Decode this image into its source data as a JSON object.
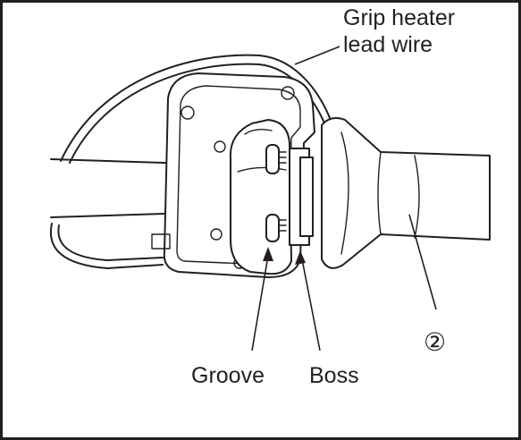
{
  "labels": {
    "grip_heater_line1": "Grip heater",
    "grip_heater_line2": "lead wire",
    "groove": "Groove",
    "boss": "Boss",
    "part_number": "②"
  },
  "colors": {
    "line": "#231f20",
    "background": "#ffffff"
  }
}
